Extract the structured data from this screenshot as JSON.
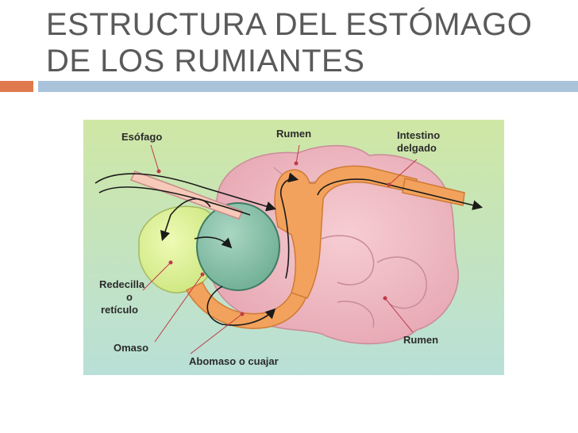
{
  "slide": {
    "title_line1": "ESTRUCTURA DEL ESTÓMAGO",
    "title_line2": "DE LOS RUMIANTES"
  },
  "colors": {
    "accent": "#e07a4e",
    "rule": "#a9c3da",
    "title_text": "#5a5a5a"
  },
  "diagram": {
    "labels": {
      "esofago": "Esófago",
      "rumen_top": "Rumen",
      "intestino_1": "Intestino",
      "intestino_2": "delgado",
      "redecilla_1": "Redecilla",
      "redecilla_2": "o",
      "redecilla_3": "retículo",
      "omaso": "Omaso",
      "abomaso": "Abomaso o cuajar",
      "rumen_bottom": "Rumen"
    }
  }
}
